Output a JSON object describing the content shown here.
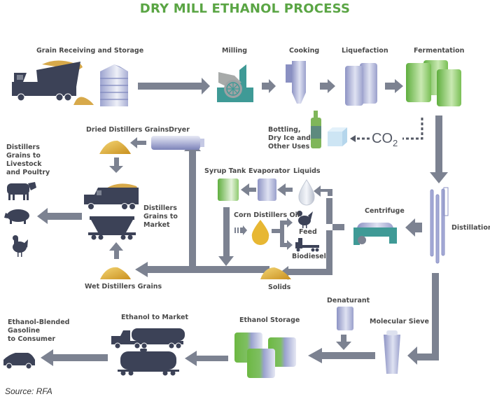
{
  "title": "DRY MILL ETHANOL PROCESS",
  "source": "Source: RFA",
  "colors": {
    "title_green": "#5aa544",
    "arrow_gray": "#7c8291",
    "equipment_dark": "#3c4257",
    "grain_gold": "#d7a94a",
    "teal": "#3f9a96",
    "tank_blue": "#a9aed6",
    "tank_green": "#7fc25a"
  },
  "stages": {
    "grain_receiving": "Grain Receiving and Storage",
    "milling": "Milling",
    "cooking": "Cooking",
    "liquefaction": "Liquefaction",
    "fermentation": "Fermentation",
    "bottling": [
      "Bottling,",
      "Dry Ice and",
      "Other Uses"
    ],
    "co2": "CO",
    "co2_sub": "2",
    "distillation": "Distillation",
    "centrifuge": "Centrifuge",
    "liquids": "Liquids",
    "evaporator": "Evaporator",
    "syrup_tank": "Syrup Tank",
    "corn_distillers_oil": "Corn Distillers Oil",
    "feed": "Feed",
    "biodiesel": "Biodiesel",
    "solids": "Solids",
    "dryer": "Dryer",
    "dried_distillers_grains": "Dried Distillers Grains",
    "wet_distillers_grains": "Wet Distillers Grains",
    "distillers_grains_to_market": [
      "Distillers",
      "Grains to",
      "Market"
    ],
    "distillers_grains_to_livestock": [
      "Distillers",
      "Grains to",
      "Livestock",
      "and Poultry"
    ],
    "molecular_sieve": "Molecular Sieve",
    "denaturant": "Denaturant",
    "ethanol_storage": "Ethanol Storage",
    "ethanol_to_market": "Ethanol to Market",
    "consumer": [
      "Ethanol-Blended",
      "Gasoline",
      "to Consumer"
    ]
  }
}
